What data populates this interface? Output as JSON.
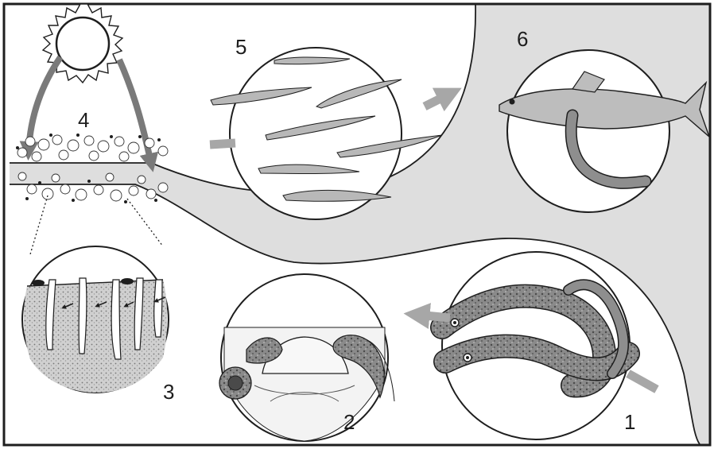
{
  "stages": [
    {
      "id": "stage-1",
      "number": "1"
    },
    {
      "id": "stage-2",
      "number": "2"
    },
    {
      "id": "stage-3",
      "number": "3"
    },
    {
      "id": "stage-4",
      "number": "4"
    },
    {
      "id": "stage-5",
      "number": "5"
    },
    {
      "id": "stage-6",
      "number": "6"
    }
  ],
  "colors": {
    "background": "#ffffff",
    "sea_shading": "#dedede",
    "outline": "#1e1e1e",
    "arrow": "#a7a7a7",
    "dark_arrow": "#7a7a7a",
    "lamprey_body": "#8e8e8e",
    "fish_body": "#bdbdbd"
  },
  "icons": [
    "sun-icon",
    "adult-lamprey-icon",
    "nest-icon",
    "buried-larvae-icon",
    "larvae-icon",
    "host-fish-icon",
    "vegetation-icon",
    "arrow-icon"
  ]
}
